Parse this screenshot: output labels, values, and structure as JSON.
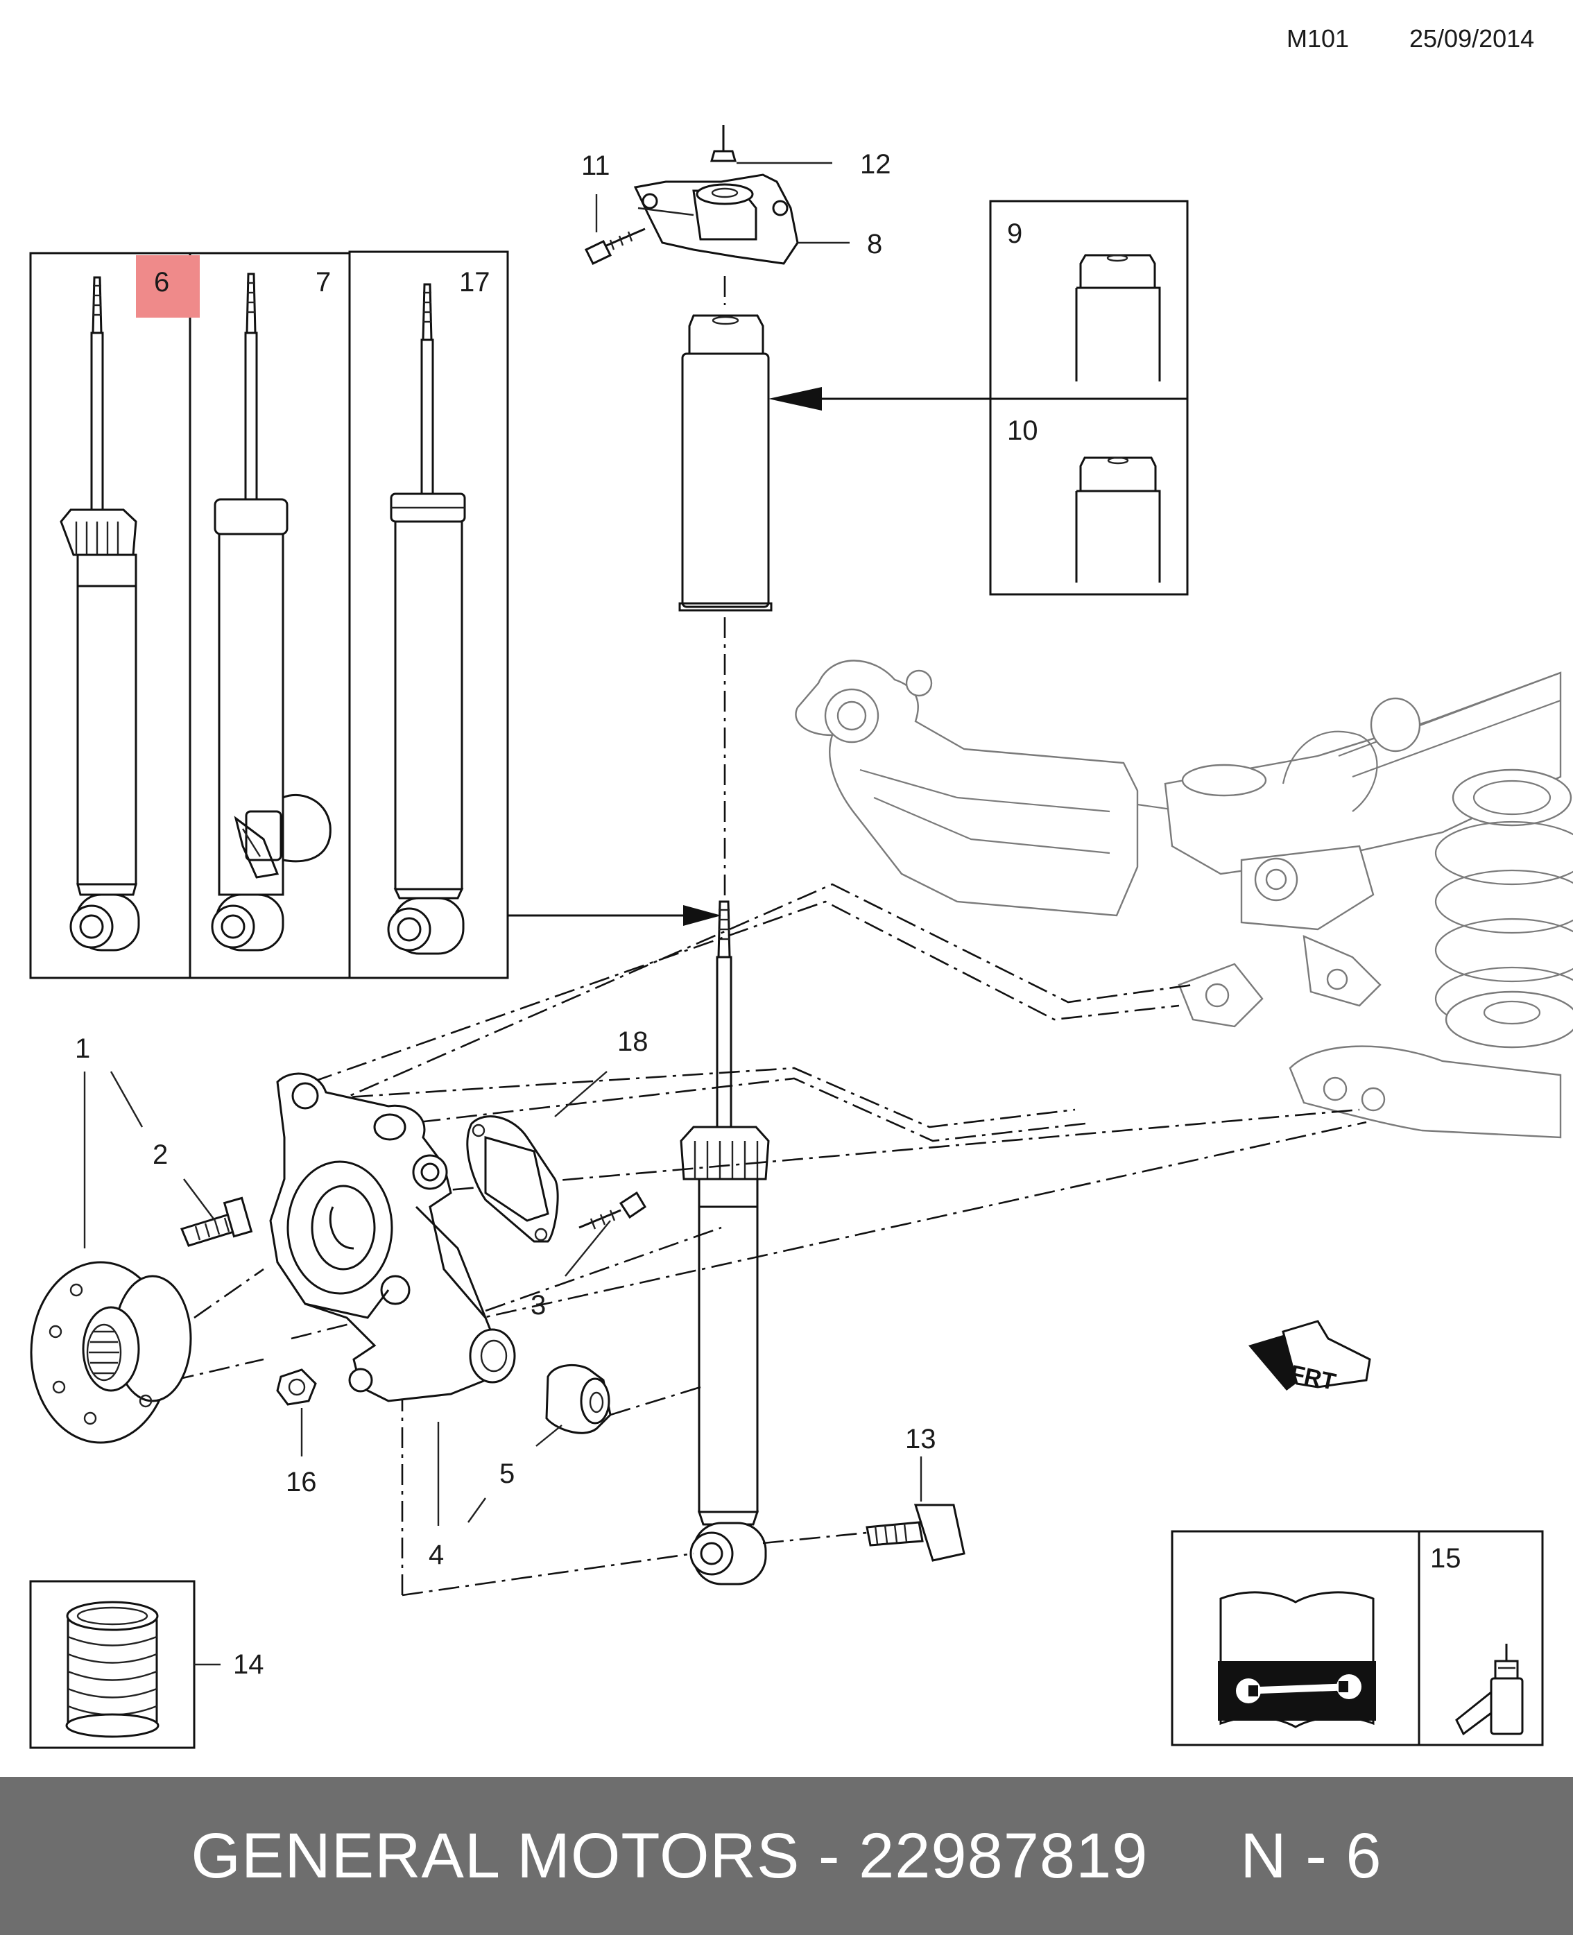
{
  "header": {
    "code": "M101",
    "date": "25/09/2014"
  },
  "callouts": {
    "c1": "1",
    "c2": "2",
    "c3": "3",
    "c4": "4",
    "c5": "5",
    "c6": "6",
    "c7": "7",
    "c8": "8",
    "c9": "9",
    "c10": "10",
    "c11": "11",
    "c12": "12",
    "c13": "13",
    "c14": "14",
    "c15": "15",
    "c16": "16",
    "c17": "17",
    "c18": "18"
  },
  "highlight_color": "#ef8a8a",
  "direction_icon": {
    "label": "FRT"
  },
  "footer": {
    "text": "GENERAL MOTORS - 22987819     N - 6"
  }
}
